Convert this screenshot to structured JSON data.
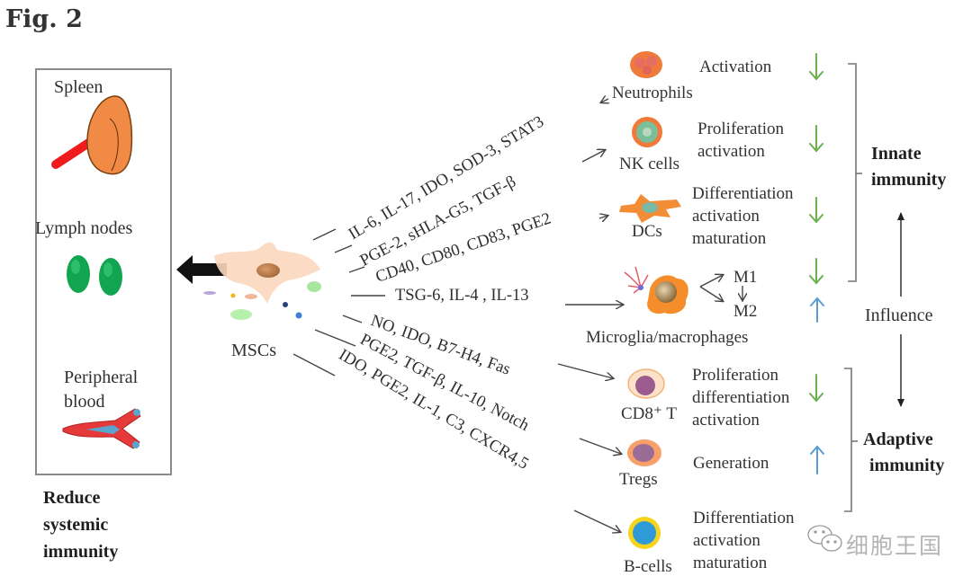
{
  "figure": {
    "title": "Fig. 2"
  },
  "organs": {
    "items": [
      {
        "label": "Spleen",
        "icon": "spleen-icon"
      },
      {
        "label": "Lymph nodes",
        "icon": "lymph-nodes-icon"
      },
      {
        "label": "Peripheral\nblood",
        "label_line1": "Peripheral",
        "label_line2": "blood",
        "icon": "blood-vessel-icon"
      }
    ],
    "caption_line1": "Reduce",
    "caption_line2": "systemic",
    "caption_line3": "immunity"
  },
  "source": {
    "label": "MSCs",
    "icon": "msc-cell-icon"
  },
  "pathways": [
    {
      "factors": "IL-6, IL-17, IDO, SOD-3, STAT3",
      "target": "Neutrophils"
    },
    {
      "factors": "PGE-2, sHLA-G5, TGF-β",
      "target": "NK cells"
    },
    {
      "factors": "CD40, CD80, CD83, PGE2",
      "target": "DCs"
    },
    {
      "factors": "TSG-6, IL-4 , IL-13",
      "target": "Microglia/macrophages"
    },
    {
      "factors": "NO, IDO, B7-H4, Fas",
      "target": "CD8⁺ T"
    },
    {
      "factors": "PGE2, TGF-β, IL-10, Notch",
      "target": "Tregs"
    },
    {
      "factors": "IDO, PGE2, IL-1, C3, CXCR4,5",
      "target": "B-cells"
    }
  ],
  "cells": [
    {
      "name": "Neutrophils",
      "effect_lines": [
        "Activation"
      ],
      "direction": "down"
    },
    {
      "name": "NK cells",
      "effect_lines": [
        "Proliferation",
        "activation"
      ],
      "direction": "down"
    },
    {
      "name": "DCs",
      "effect_lines": [
        "Differentiation",
        "activation",
        "maturation"
      ],
      "direction": "down"
    },
    {
      "name": "Microglia/macrophages",
      "effect_lines": [],
      "polarization": [
        {
          "label": "M1",
          "direction": "down"
        },
        {
          "label": "M2",
          "direction": "up"
        }
      ]
    },
    {
      "name": "CD8⁺ T",
      "effect_lines": [
        "Proliferation",
        "differentiation",
        "activation"
      ],
      "direction": "down"
    },
    {
      "name": "Tregs",
      "effect_lines": [
        "Generation"
      ],
      "direction": "up"
    },
    {
      "name": "B-cells",
      "effect_lines": [
        "Differentiation",
        "activation",
        "maturation"
      ],
      "direction": "down"
    }
  ],
  "groups": {
    "innate_line1": "Innate",
    "innate_line2": "immunity",
    "influence": "Influence",
    "adaptive_line1": "Adaptive",
    "adaptive_line2": "immunity"
  },
  "colors": {
    "down_arrow": "#6ab04c",
    "up_arrow": "#5b9bd5",
    "box_border": "#8a8a8a"
  },
  "watermark": {
    "text": "细胞王国",
    "icon": "wechat-icon"
  }
}
